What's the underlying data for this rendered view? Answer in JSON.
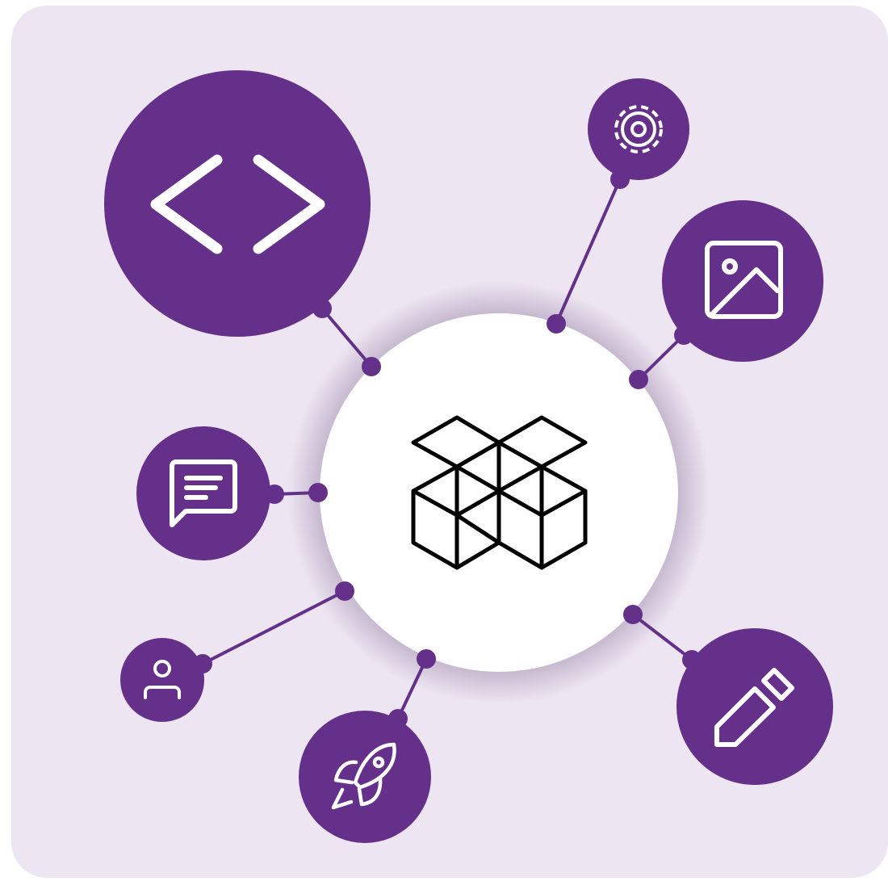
{
  "colors": {
    "background_panel": "#ede6f2",
    "accent_purple": "#64308a",
    "hub_fill": "#ffffff",
    "hub_icon_stroke": "#000000",
    "node_icon_stroke": "#ffffff"
  },
  "hub": {
    "icon": "stacked-cubes-icon"
  },
  "nodes": [
    {
      "id": "code",
      "icon": "code-brackets-icon"
    },
    {
      "id": "settings",
      "icon": "gear-icon"
    },
    {
      "id": "image",
      "icon": "image-icon"
    },
    {
      "id": "chat",
      "icon": "chat-bubble-icon"
    },
    {
      "id": "user",
      "icon": "user-icon"
    },
    {
      "id": "launch",
      "icon": "rocket-icon"
    },
    {
      "id": "edit",
      "icon": "pencil-icon"
    }
  ]
}
